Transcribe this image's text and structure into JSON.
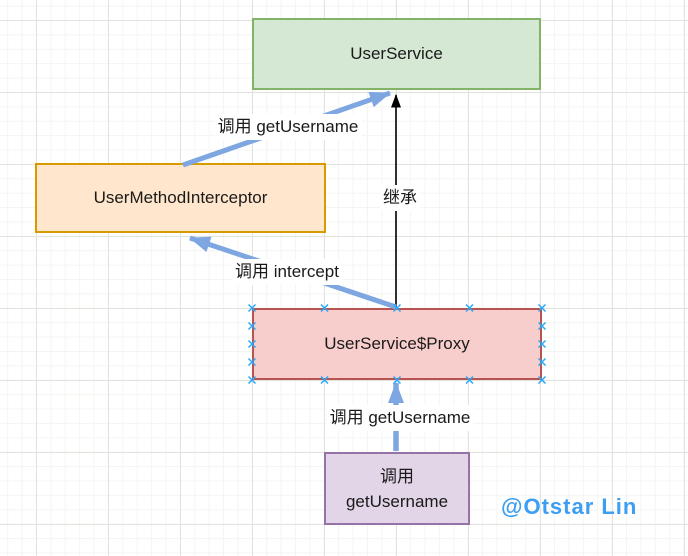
{
  "nodes": {
    "user_service": {
      "label": "UserService",
      "fill": "#d5e8d4",
      "stroke": "#82b366"
    },
    "user_method_interceptor": {
      "label": "UserMethodInterceptor",
      "fill": "#ffe6cc",
      "stroke": "#d79b00"
    },
    "user_service_proxy": {
      "label": "UserService$Proxy",
      "fill": "#f8cecc",
      "stroke": "#b85450",
      "shows_connection_points": true
    },
    "call_note": {
      "label": "调用\ngetUsername",
      "fill": "#e1d5e7",
      "stroke": "#9673a6"
    }
  },
  "edges": {
    "interceptor_calls_service": {
      "label": "调用 getUsername",
      "color": "#7ea6e0"
    },
    "proxy_inherits_service": {
      "label": "继承",
      "color": "#000000"
    },
    "proxy_calls_interceptor": {
      "label": "调用 intercept",
      "color": "#7ea6e0"
    },
    "note_calls_proxy": {
      "label": "调用 getUsername",
      "color": "#7ea6e0"
    }
  },
  "connection_point_color": "#29a8f8",
  "watermark": {
    "text": "@Otstar Lin",
    "color": "#3d9ff2"
  }
}
